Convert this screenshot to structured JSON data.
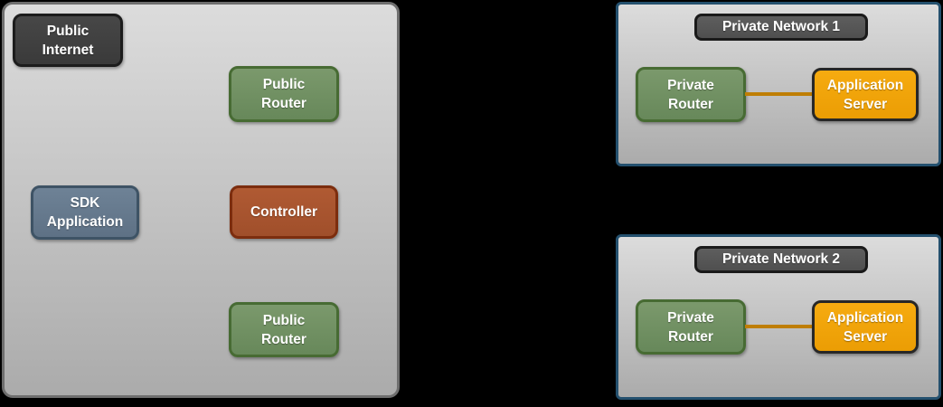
{
  "diagram": {
    "public_zone": {
      "public_internet": {
        "line1": "Public",
        "line2": "Internet"
      },
      "public_router_top": {
        "line1": "Public",
        "line2": "Router"
      },
      "sdk_application": {
        "line1": "SDK",
        "line2": "Application"
      },
      "controller": {
        "line1": "Controller"
      },
      "public_router_bottom": {
        "line1": "Public",
        "line2": "Router"
      }
    },
    "private_network_1": {
      "title": "Private Network 1",
      "router": {
        "line1": "Private",
        "line2": "Router"
      },
      "server": {
        "line1": "Application",
        "line2": "Server"
      }
    },
    "private_network_2": {
      "title": "Private Network 2",
      "router": {
        "line1": "Private",
        "line2": "Router"
      },
      "server": {
        "line1": "Application",
        "line2": "Server"
      }
    }
  },
  "colors": {
    "background": "#000000",
    "zone_fill_top": "#dcdcdc",
    "zone_fill_bottom": "#ababab",
    "public_zone_border": "#6e6e6e",
    "private_zone_border": "#24506e",
    "dark_node_fill": "#3f3f3f",
    "dark_node_border": "#1c1c1c",
    "green_node_fill": "#708f62",
    "green_node_border": "#476b33",
    "slate_node_fill": "#65798d",
    "slate_node_border": "#3e5365",
    "brick_node_fill": "#a9552f",
    "brick_node_border": "#7c2d0e",
    "orange_node_fill": "#f2a30a",
    "orange_node_border": "#272727",
    "connector_line": "#bf7e04",
    "node_text": "#ffffff"
  }
}
